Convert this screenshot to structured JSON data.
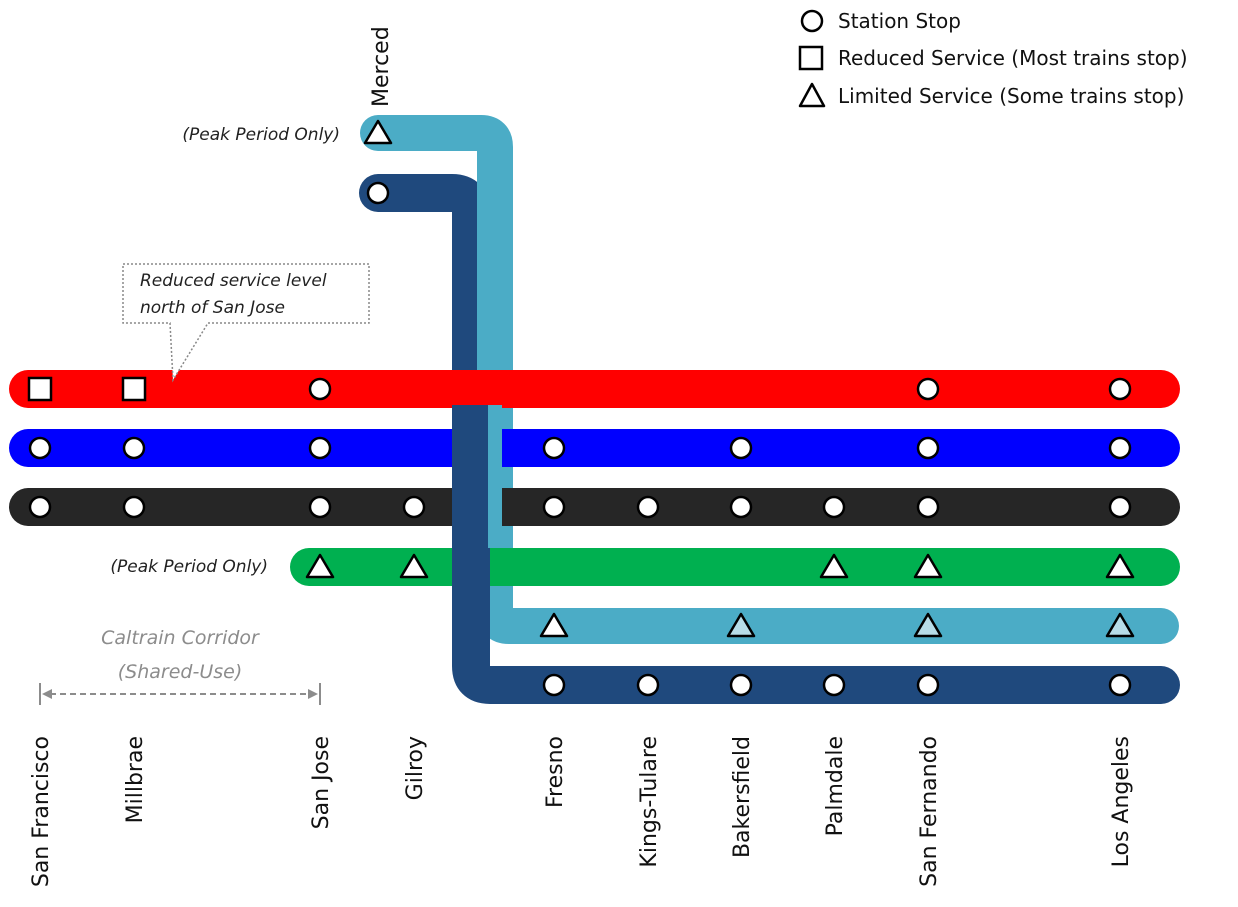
{
  "legend": {
    "items": [
      {
        "symbol": "circle",
        "label": "Station Stop"
      },
      {
        "symbol": "square",
        "label": "Reduced Service (Most trains stop)"
      },
      {
        "symbol": "triangle",
        "label": "Limited Service (Some trains stop)"
      }
    ]
  },
  "stations": [
    "San Francisco",
    "Millbrae",
    "San Jose",
    "Gilroy",
    "Fresno",
    "Kings-Tulare",
    "Bakersfield",
    "Palmdale",
    "San Fernando",
    "Los Angeles"
  ],
  "merced_label": "Merced",
  "annotations": {
    "peak_merced": "(Peak Period Only)",
    "peak_green": "(Peak Period Only)",
    "callout_line1": "Reduced service level",
    "callout_line2": "north of San Jose",
    "caltrain_line1": "Caltrain Corridor",
    "caltrain_line2": "(Shared-Use)"
  },
  "colors": {
    "red": "#ff0000",
    "blue": "#0000ff",
    "black": "#262626",
    "green": "#00b050",
    "light_blue": "#4bacc6",
    "dark_blue": "#1f497d",
    "symbol_fill_light": "#b7dde8"
  },
  "services": [
    {
      "id": "red",
      "stops": {
        "San Francisco": "square",
        "Millbrae": "square",
        "San Jose": "circle",
        "San Fernando": "circle",
        "Los Angeles": "circle"
      }
    },
    {
      "id": "blue",
      "stops": {
        "San Francisco": "circle",
        "Millbrae": "circle",
        "San Jose": "circle",
        "Fresno": "circle",
        "Bakersfield": "circle",
        "San Fernando": "circle",
        "Los Angeles": "circle"
      }
    },
    {
      "id": "black",
      "stops": {
        "San Francisco": "circle",
        "Millbrae": "circle",
        "San Jose": "circle",
        "Gilroy": "circle",
        "Fresno": "circle",
        "Kings-Tulare": "circle",
        "Bakersfield": "circle",
        "Palmdale": "circle",
        "San Fernando": "circle",
        "Los Angeles": "circle"
      }
    },
    {
      "id": "green",
      "stops": {
        "San Jose": "triangle",
        "Gilroy": "triangle",
        "Palmdale": "triangle",
        "San Fernando": "triangle",
        "Los Angeles": "triangle"
      }
    },
    {
      "id": "light_blue",
      "stops": {
        "Merced": "triangle",
        "Fresno": "triangle",
        "Bakersfield": "triangle-shaded",
        "San Fernando": "triangle-shaded",
        "Los Angeles": "triangle-shaded"
      }
    },
    {
      "id": "dark_blue",
      "stops": {
        "Merced": "circle",
        "Fresno": "circle",
        "Kings-Tulare": "circle",
        "Bakersfield": "circle",
        "Palmdale": "circle",
        "San Fernando": "circle",
        "Los Angeles": "circle"
      }
    }
  ]
}
